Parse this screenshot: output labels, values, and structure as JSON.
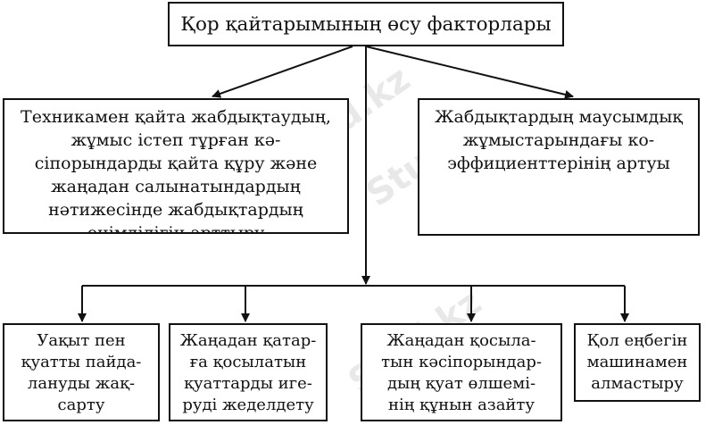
{
  "root": {
    "lines": [
      "Қор қайтарымының өсу факторлары"
    ]
  },
  "level1": [
    {
      "lines": [
        "Техникамен қайта жабдықтаудың,",
        "жұмыс істеп тұрған кә-",
        "сіпорындарды қайта құру және",
        "жаңадан салынатындардың",
        "нәтижесінде жабдықтардың",
        "өнімділігін арттыру"
      ]
    },
    {
      "lines": [
        "Жабдықтардың маусымдық",
        "жұмыстарындағы ко-",
        "эффициенттерінің артуы"
      ]
    }
  ],
  "level2": [
    {
      "lines": [
        "Уақыт пен",
        "қуатты пайда-",
        "лануды жақ-",
        "сарту"
      ]
    },
    {
      "lines": [
        "Жаңадан қатар-",
        "ға қосылатын",
        "қуаттарды иге-",
        "руді жеделдету"
      ]
    },
    {
      "lines": [
        "Жаңадан қосыла-",
        "тын кәсіпорындар-",
        "дың қуат өлшемі-",
        "нің құнын азайту"
      ]
    },
    {
      "lines": [
        "Қол еңбегін",
        "машинамен",
        "алмастыру"
      ]
    }
  ],
  "watermark": "Stud.kz",
  "colors": {
    "line": "#111111",
    "background": "#ffffff",
    "watermark": "#e8e8e8"
  }
}
